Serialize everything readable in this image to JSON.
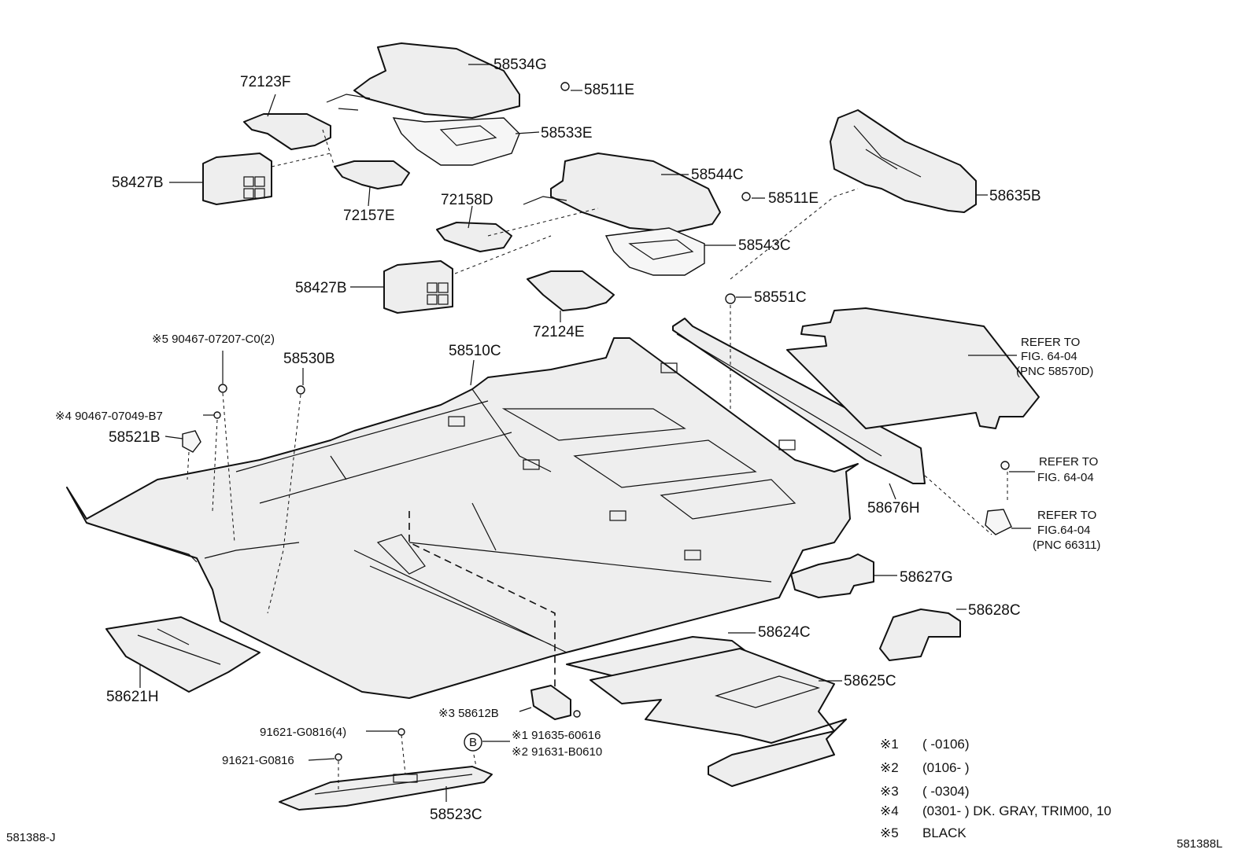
{
  "diagram": {
    "labels": {
      "p58534G": "58534G",
      "p72123F": "72123F",
      "p58511E_a": "58511E",
      "p58533E": "58533E",
      "p58427B_a": "58427B",
      "p72157E": "72157E",
      "p58544C": "58544C",
      "p58511E_b": "58511E",
      "p58635B": "58635B",
      "p72158D": "72158D",
      "p58543C": "58543C",
      "p58427B_b": "58427B",
      "p72124E": "72124E",
      "p58551C": "58551C",
      "p90467_07207": "※5 90467-07207-C0(2)",
      "p58530B": "58530B",
      "p58510C": "58510C",
      "p90467_07049": "※4 90467-07049-B7",
      "p58521B": "58521B",
      "p58676H": "58676H",
      "p58627G": "58627G",
      "p58628C": "58628C",
      "p58624C": "58624C",
      "p58625C": "58625C",
      "p58621H": "58621H",
      "p58612B": "※3 58612B",
      "p91621_4": "91621-G0816(4)",
      "p91621": "91621-G0816",
      "p91635": "※1  91635-60616",
      "p91631": "※2  91631-B0610",
      "p58523C": "58523C",
      "circle_b": "B"
    },
    "refs": {
      "r1_l1": "REFER TO",
      "r1_l2": "FIG. 64-04",
      "r1_l3": "(PNC 58570D)",
      "r2_l1": "REFER TO",
      "r2_l2": "FIG. 64-04",
      "r3_l1": "REFER TO",
      "r3_l2": "FIG.64-04",
      "r3_l3": "(PNC 66311)"
    },
    "notes": [
      {
        "mark": "※1",
        "text": "(      -0106)"
      },
      {
        "mark": "※2",
        "text": "(0106-      )"
      },
      {
        "mark": "※3",
        "text": "(      -0304)"
      },
      {
        "mark": "※4",
        "text": "(0301-      )  DK. GRAY, TRIM00, 10"
      },
      {
        "mark": "※5",
        "text": "BLACK"
      }
    ],
    "corner_left": "581388-J",
    "corner_right": "581388L"
  }
}
